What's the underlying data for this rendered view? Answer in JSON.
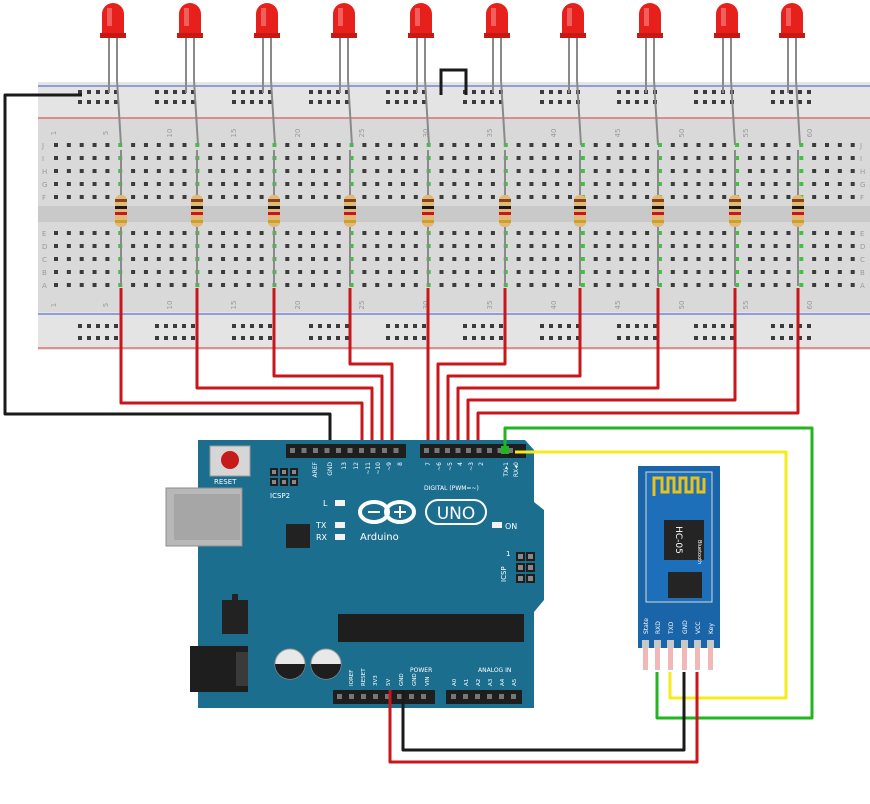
{
  "breadboard": {
    "row_letters_top": [
      "J",
      "I",
      "H",
      "G",
      "F"
    ],
    "row_letters_bottom": [
      "E",
      "D",
      "C",
      "B",
      "A"
    ],
    "column_numbers": [
      "1",
      "5",
      "10",
      "15",
      "20",
      "25",
      "30",
      "35",
      "40",
      "45",
      "50",
      "55",
      "60"
    ]
  },
  "leds": {
    "count": 10,
    "color": "#e8201c"
  },
  "resistors": {
    "count": 10
  },
  "arduino": {
    "model": "UNO",
    "brand": "Arduino",
    "reset_label": "RESET",
    "icsp2_label": "ICSP2",
    "icsp_label": "ICSP",
    "led_l": "L",
    "led_tx": "TX",
    "led_rx": "RX",
    "led_on": "ON",
    "digital_label": "DIGITAL (PWM=~)",
    "power_label": "POWER",
    "analog_label": "ANALOG IN",
    "icsp_one": "1",
    "header_top": [
      "AREF",
      "GND",
      "13",
      "12",
      "~11",
      "~10",
      "~9",
      "8",
      "7",
      "~6",
      "~5",
      "4",
      "~3",
      "2",
      "TX▸1",
      "RX◂0"
    ],
    "header_power": [
      "IOREF",
      "RESET",
      "3V3",
      "5V",
      "GND",
      "GND",
      "VIN"
    ],
    "header_analog": [
      "A0",
      "A1",
      "A2",
      "A3",
      "A4",
      "A5"
    ],
    "board_color": "#1c6e8f"
  },
  "bluetooth": {
    "name": "HC-05",
    "sub": "Bluetooth",
    "pins": [
      "State",
      "RXD",
      "TXD",
      "GND",
      "VCC",
      "Key"
    ]
  },
  "wires": {
    "red": "#c8161b",
    "black": "#1a1a1a",
    "yellow": "#f5eb1a",
    "green": "#22b522"
  }
}
